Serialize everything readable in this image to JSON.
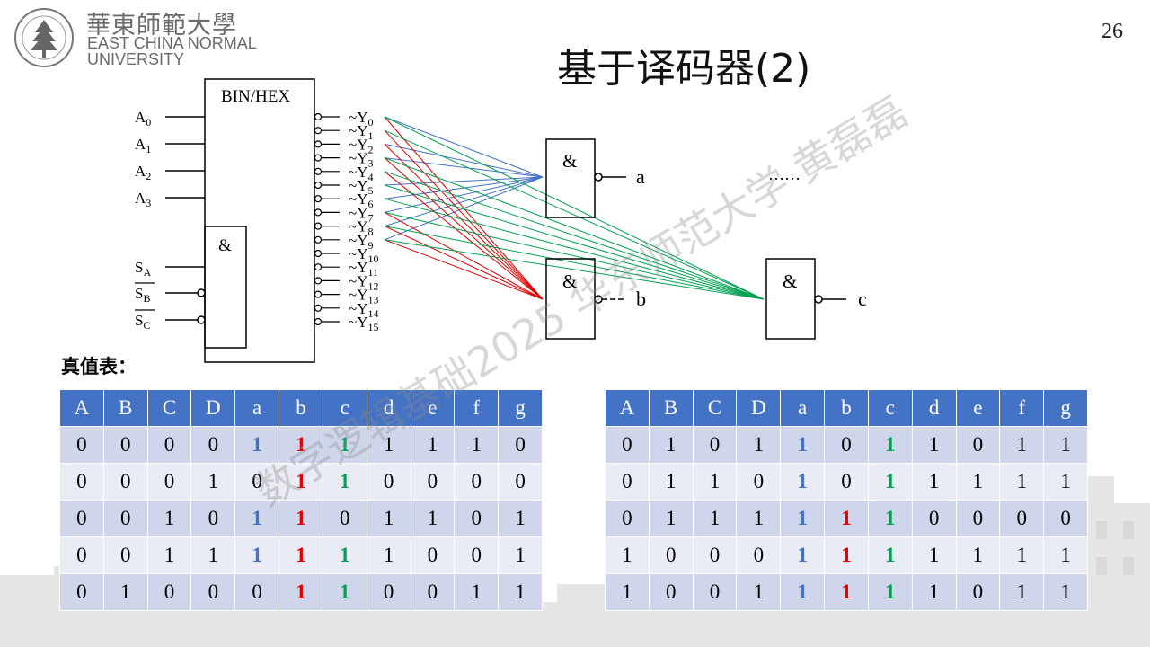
{
  "header": {
    "university_zh": "華東師範大學",
    "university_en_line1": "EAST CHINA NORMAL",
    "university_en_line2": "UNIVERSITY",
    "page_number": "26",
    "title": "基于译码器(2)"
  },
  "circuit": {
    "decoder_label": "BIN/HEX",
    "and_symbol": "&",
    "inputs": [
      "A",
      "A",
      "A",
      "A"
    ],
    "input_subs": [
      "0",
      "1",
      "2",
      "3"
    ],
    "enables": [
      "S",
      "S",
      "S"
    ],
    "enable_subs": [
      "A",
      "B",
      "C"
    ],
    "output_prefix": "~Y",
    "output_subs": [
      "0",
      "1",
      "2",
      "3",
      "4",
      "5",
      "6",
      "7",
      "8",
      "9",
      "10",
      "11",
      "12",
      "13",
      "14",
      "15"
    ],
    "gate_a_label": "a",
    "gate_b_label": "b",
    "gate_c_label": "c",
    "ellipsis": "……",
    "colors": {
      "wire_a": "#4472c4",
      "wire_b": "#e00000",
      "wire_c": "#00a050"
    }
  },
  "truth_label": "真值表：",
  "table_headers": [
    "A",
    "B",
    "C",
    "D",
    "a",
    "b",
    "c",
    "d",
    "e",
    "f",
    "g"
  ],
  "table_left": [
    [
      "0",
      "0",
      "0",
      "0",
      "1",
      "1",
      "1",
      "1",
      "1",
      "1",
      "0"
    ],
    [
      "0",
      "0",
      "0",
      "1",
      "0",
      "1",
      "1",
      "0",
      "0",
      "0",
      "0"
    ],
    [
      "0",
      "0",
      "1",
      "0",
      "1",
      "1",
      "0",
      "1",
      "1",
      "0",
      "1"
    ],
    [
      "0",
      "0",
      "1",
      "1",
      "1",
      "1",
      "1",
      "1",
      "0",
      "0",
      "1"
    ],
    [
      "0",
      "1",
      "0",
      "0",
      "0",
      "1",
      "1",
      "0",
      "0",
      "1",
      "1"
    ]
  ],
  "table_right": [
    [
      "0",
      "1",
      "0",
      "1",
      "1",
      "0",
      "1",
      "1",
      "0",
      "1",
      "1"
    ],
    [
      "0",
      "1",
      "1",
      "0",
      "1",
      "0",
      "1",
      "1",
      "1",
      "1",
      "1"
    ],
    [
      "0",
      "1",
      "1",
      "1",
      "1",
      "1",
      "1",
      "0",
      "0",
      "0",
      "0"
    ],
    [
      "1",
      "0",
      "0",
      "0",
      "1",
      "1",
      "1",
      "1",
      "1",
      "1",
      "1"
    ],
    [
      "1",
      "0",
      "0",
      "1",
      "1",
      "1",
      "1",
      "1",
      "0",
      "1",
      "1"
    ]
  ],
  "watermark": "数字逻辑基础2025 华东师范大学 黄磊磊"
}
